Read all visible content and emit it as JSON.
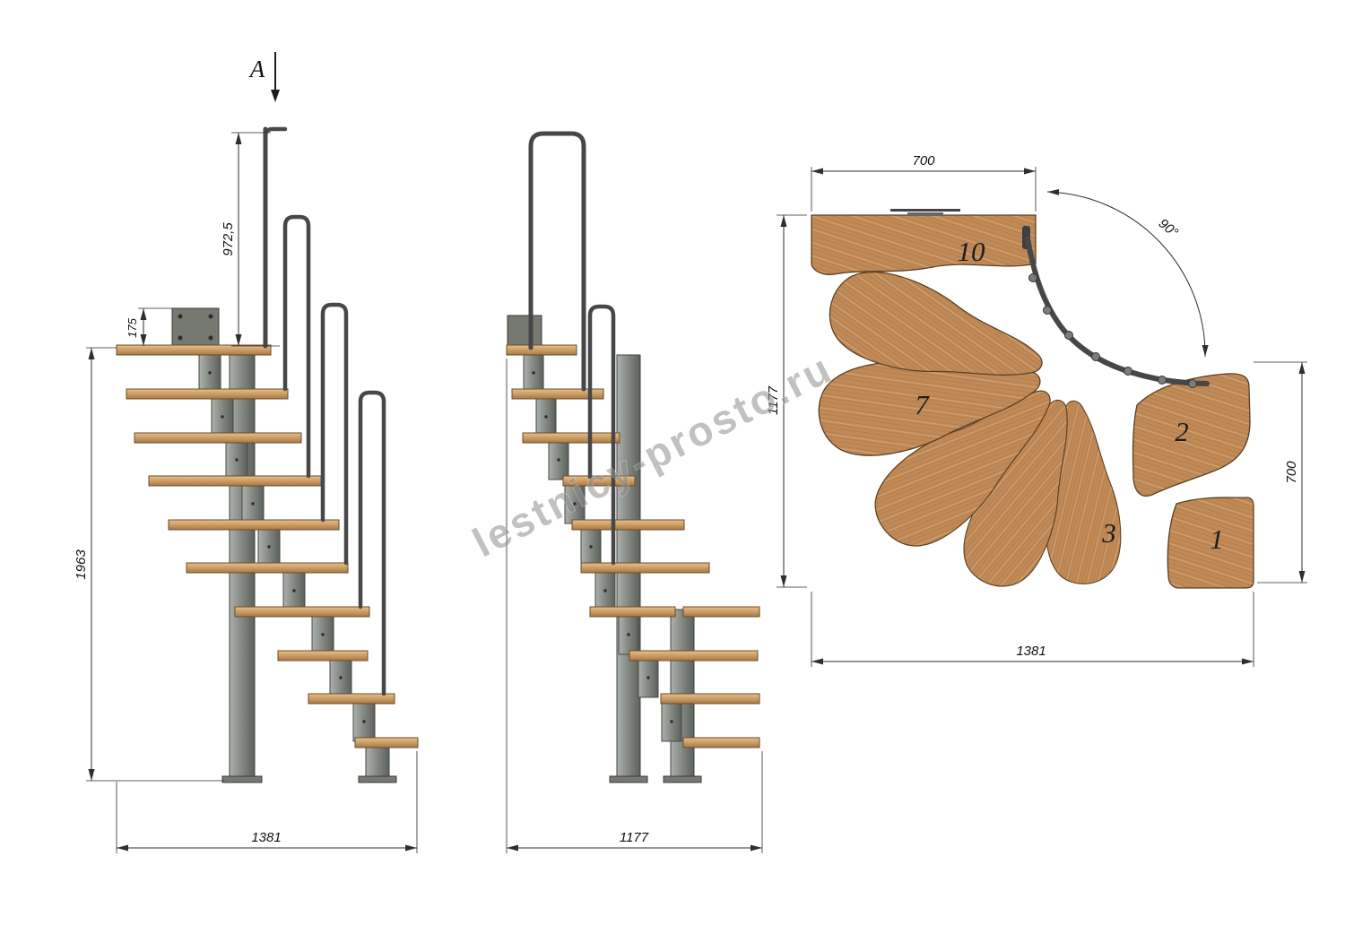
{
  "watermark": {
    "text": "lestnicy-prosto.ru",
    "color": "#8f8f8f"
  },
  "side_view": {
    "section_label": "A",
    "dims": {
      "handrail_height": "972,5",
      "bracket_height": "175",
      "total_height": "1963",
      "total_run": "1381"
    }
  },
  "front_view": {
    "dims": {
      "total_width": "1177"
    }
  },
  "plan_view": {
    "dims": {
      "landing_width": "700",
      "turn_angle": "90°",
      "total_depth": "1177",
      "flight_width": "700",
      "total_run": "1381"
    },
    "tread_labels": {
      "t10": "10",
      "t7": "7",
      "t2": "2",
      "t3": "3",
      "t1": "1"
    }
  },
  "colors": {
    "wood": "#c08a58",
    "line": "#2e2e2e"
  }
}
